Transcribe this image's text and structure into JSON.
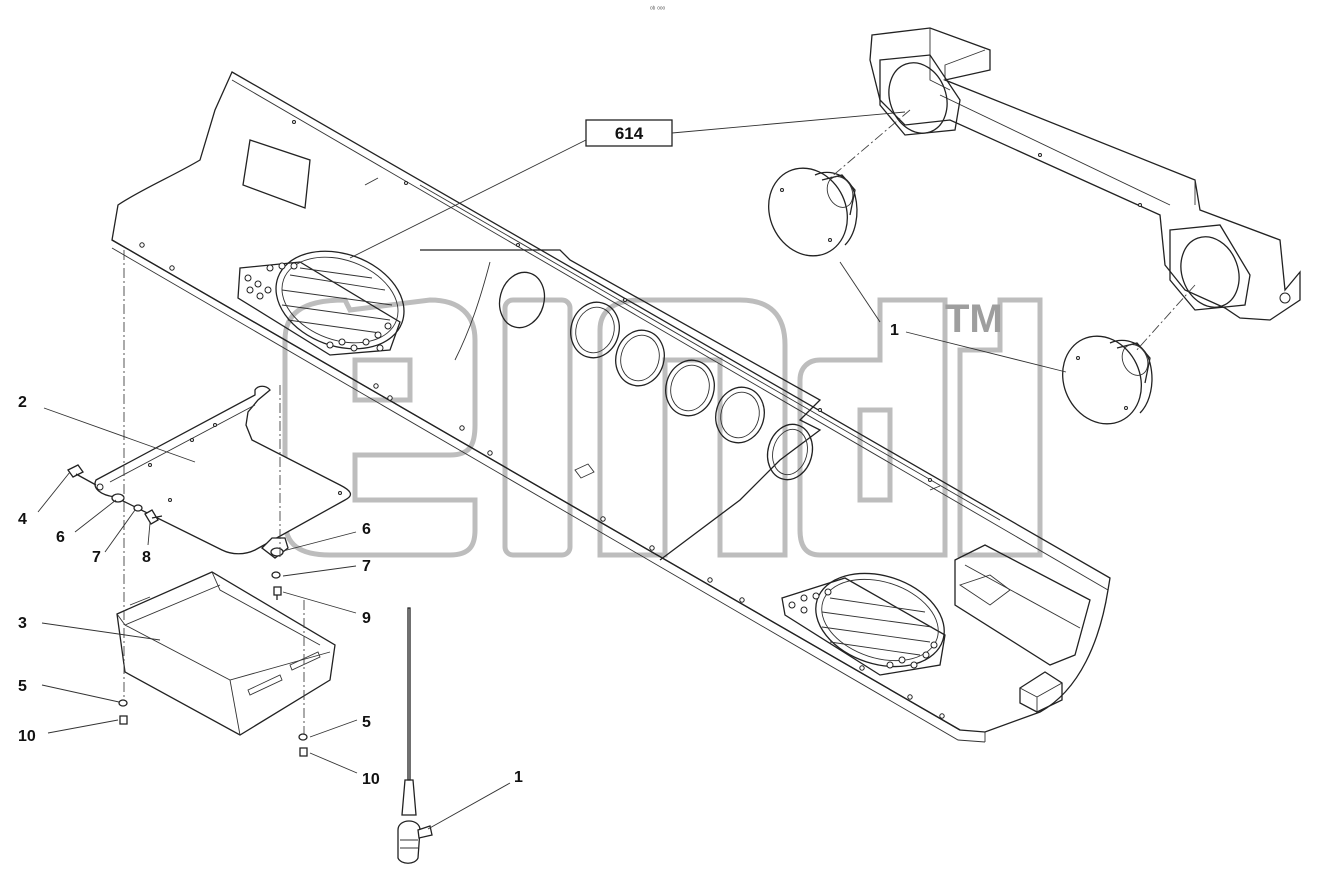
{
  "diagram": {
    "top_mark": "ᵒᵇ ᵒᵒᵒ",
    "reference_box": "614",
    "watermark_mark": "TM",
    "callouts": {
      "speaker_label": "1",
      "antenna_label": "1",
      "bracket_label": "2",
      "tray_label": "3",
      "screw_4": "4",
      "washer_5_left": "5",
      "washer_5_right": "5",
      "washer_6_left": "6",
      "washer_6_right": "6",
      "washer_7_left": "7",
      "washer_7_right": "7",
      "bolt_8": "8",
      "bolt_9": "9",
      "nut_10_left": "10",
      "nut_10_right": "10"
    }
  }
}
